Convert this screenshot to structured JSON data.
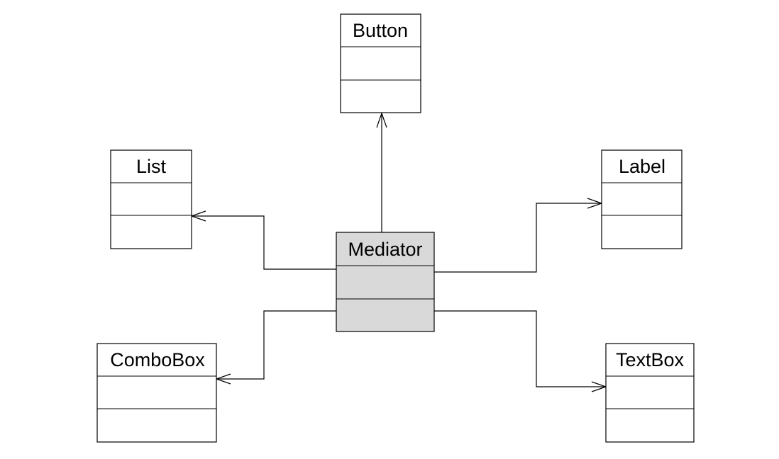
{
  "diagram": {
    "classes": {
      "button": {
        "name": "Button"
      },
      "list": {
        "name": "List"
      },
      "label": {
        "name": "Label"
      },
      "mediator": {
        "name": "Mediator",
        "fill": "#d9d9d9"
      },
      "combobox": {
        "name": "ComboBox"
      },
      "textbox": {
        "name": "TextBox"
      }
    },
    "associations": [
      {
        "from": "Mediator",
        "to": "Button"
      },
      {
        "from": "Mediator",
        "to": "List"
      },
      {
        "from": "Mediator",
        "to": "Label"
      },
      {
        "from": "Mediator",
        "to": "ComboBox"
      },
      {
        "from": "Mediator",
        "to": "TextBox"
      }
    ]
  }
}
